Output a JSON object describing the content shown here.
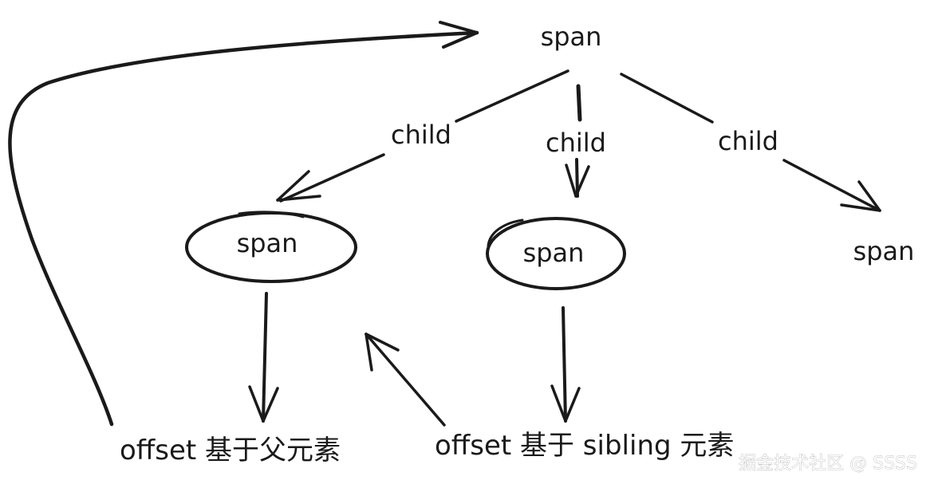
{
  "nodes": {
    "root": "span",
    "left": "span",
    "middle": "span",
    "right": "span"
  },
  "edges": {
    "left": "child",
    "middle": "child",
    "right": "child"
  },
  "notes": {
    "parent_offset": "offset 基于父元素",
    "sibling_offset": "offset 基于 sibling 元素"
  },
  "watermark": "掘金技术社区 @ SSSS",
  "colors": {
    "ink": "#1a1a1a",
    "background": "#ffffff"
  }
}
